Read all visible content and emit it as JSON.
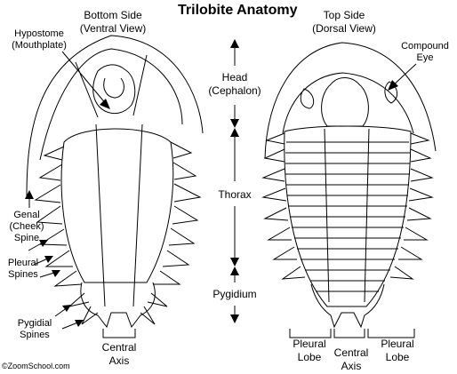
{
  "title": "Trilobite Anatomy",
  "bottom_view": {
    "line1": "Bottom Side",
    "line2": "(Ventral View)"
  },
  "top_view": {
    "line1": "Top Side",
    "line2": "(Dorsal View)"
  },
  "hypostome": {
    "line1": "Hypostome",
    "line2": "(Mouthplate)"
  },
  "compound_eye": {
    "line1": "Compound",
    "line2": "Eye"
  },
  "head": {
    "line1": "Head",
    "line2": "(Cephalon)"
  },
  "thorax": "Thorax",
  "pygidium": "Pygidium",
  "genal_spine": {
    "line1": "Genal",
    "line2": "(Cheek)",
    "line3": "Spine"
  },
  "pleural_spines": {
    "line1": "Pleural",
    "line2": "Spines"
  },
  "pygidial_spines": {
    "line1": "Pygidial",
    "line2": "Spines"
  },
  "central_axis_left": {
    "line1": "Central",
    "line2": "Axis"
  },
  "pleural_lobe_left": {
    "line1": "Pleural",
    "line2": "Lobe"
  },
  "central_axis_right": {
    "line1": "Central",
    "line2": "Axis"
  },
  "pleural_lobe_right": {
    "line1": "Pleural",
    "line2": "Lobe"
  },
  "copyright": "©ZoomSchool.com"
}
